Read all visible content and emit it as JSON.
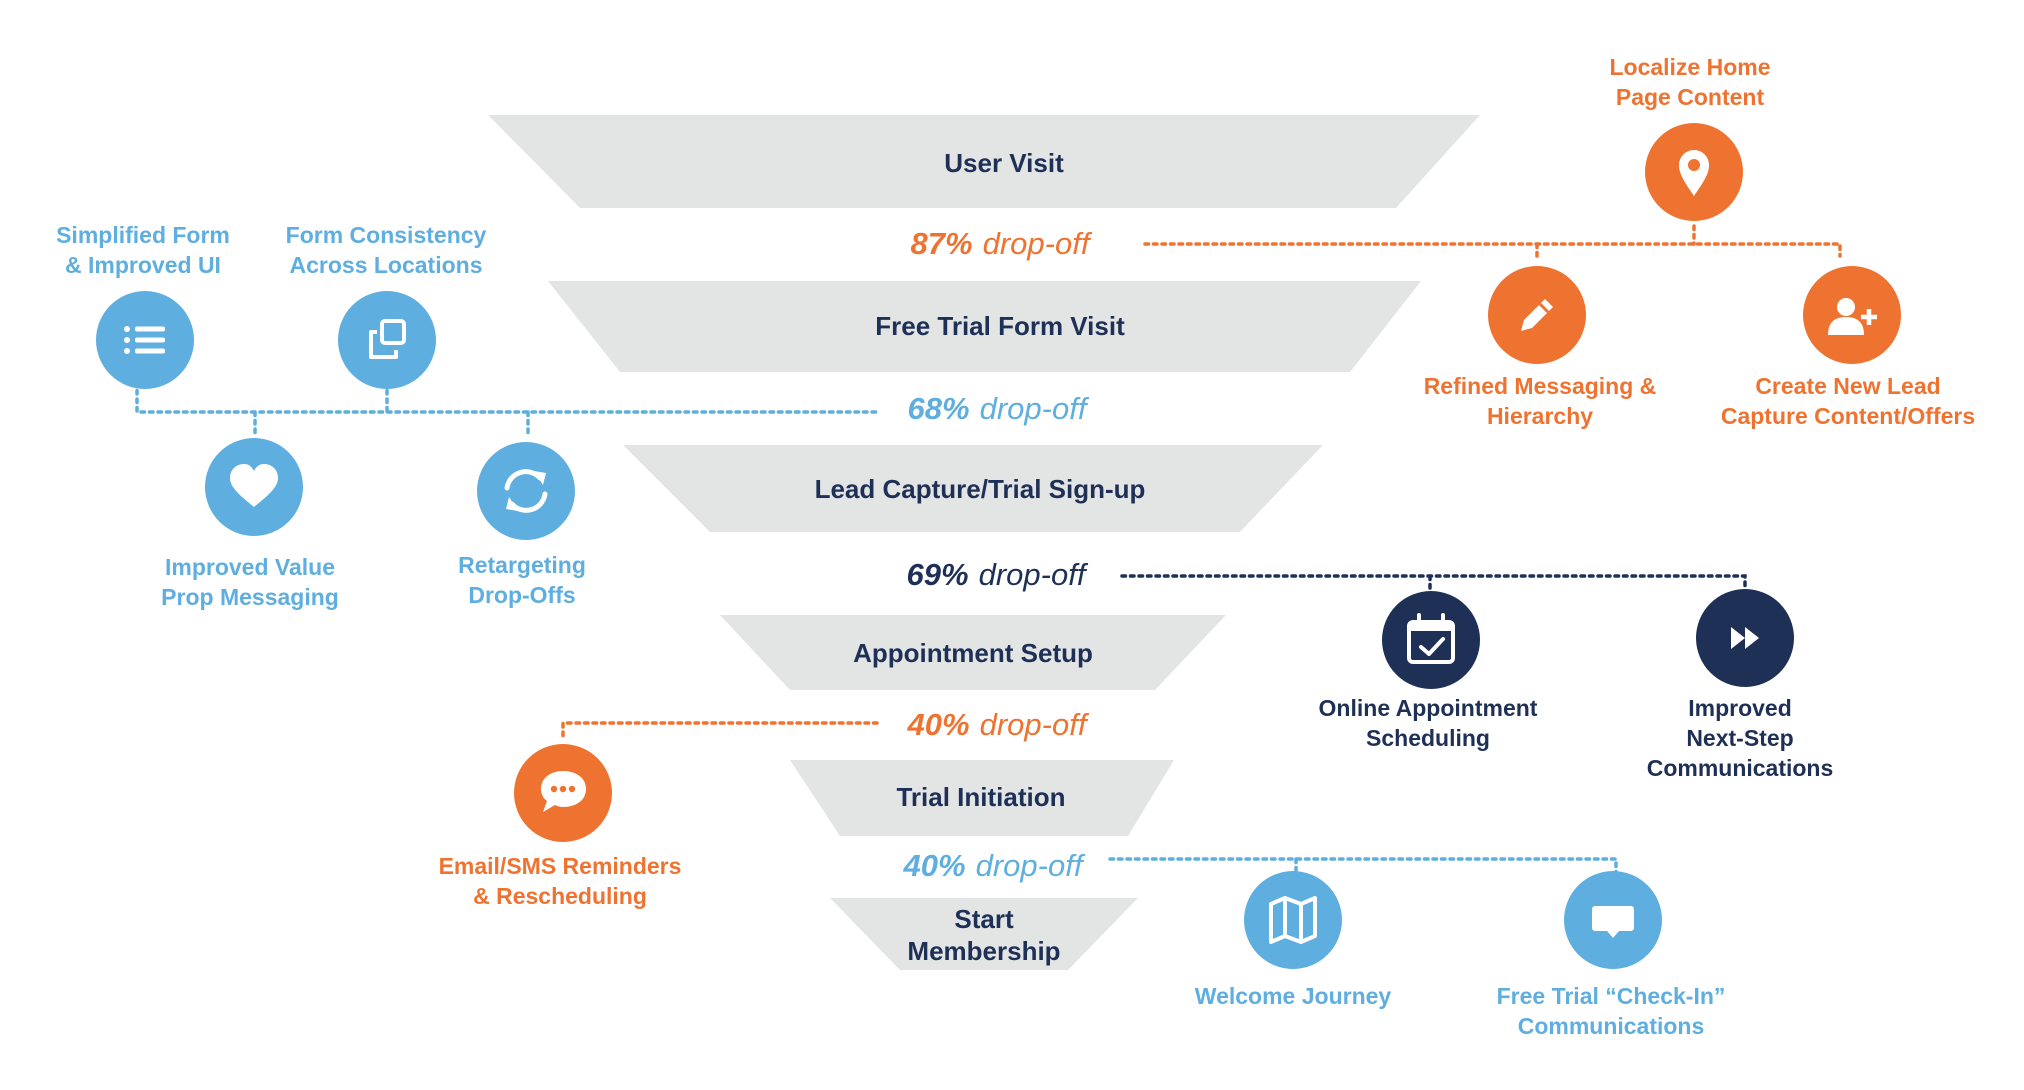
{
  "colors": {
    "orange": "#ef7330",
    "blue": "#5faee0",
    "navy": "#1f3057",
    "funnel": "#e3e4e4"
  },
  "funnel": {
    "stages": [
      {
        "label_lines": [
          "User Visit"
        ]
      },
      {
        "label_lines": [
          "Free Trial Form Visit"
        ]
      },
      {
        "label_lines": [
          "Lead Capture/Trial Sign-up"
        ]
      },
      {
        "label_lines": [
          "Appointment Setup"
        ]
      },
      {
        "label_lines": [
          "Trial Initiation"
        ]
      },
      {
        "label_lines": [
          "Start",
          "Membership"
        ]
      }
    ],
    "dropoffs": [
      {
        "percent": "87%",
        "text": "drop-off",
        "color": "orange"
      },
      {
        "percent": "68%",
        "text": "drop-off",
        "color": "blue"
      },
      {
        "percent": "69%",
        "text": "drop-off",
        "color": "navy"
      },
      {
        "percent": "40%",
        "text": "drop-off",
        "color": "orange"
      },
      {
        "percent": "40%",
        "text": "drop-off",
        "color": "blue"
      }
    ]
  },
  "initiatives": [
    {
      "id": "localize-home-page-content",
      "icon": "map-pin-icon",
      "color": "orange",
      "label_lines": [
        "Localize Home",
        "Page Content"
      ]
    },
    {
      "id": "refined-messaging",
      "icon": "pencil-icon",
      "color": "orange",
      "label_lines": [
        "Refined Messaging &",
        "Hierarchy"
      ]
    },
    {
      "id": "create-new-lead-capture",
      "icon": "add-user-icon",
      "color": "orange",
      "label_lines": [
        "Create New Lead",
        "Capture Content/Offers"
      ]
    },
    {
      "id": "simplified-form",
      "icon": "list-icon",
      "color": "blue",
      "label_lines": [
        "Simplified Form",
        "& Improved UI"
      ]
    },
    {
      "id": "form-consistency",
      "icon": "copy-icon",
      "color": "blue",
      "label_lines": [
        "Form Consistency",
        "Across Locations"
      ]
    },
    {
      "id": "improved-value-prop",
      "icon": "heart-icon",
      "color": "blue",
      "label_lines": [
        "Improved Value",
        "Prop Messaging"
      ]
    },
    {
      "id": "retargeting-drop-offs",
      "icon": "refresh-icon",
      "color": "blue",
      "label_lines": [
        "Retargeting",
        "Drop-Offs"
      ]
    },
    {
      "id": "online-appointment-scheduling",
      "icon": "calendar-check-icon",
      "color": "navy",
      "label_lines": [
        "Online Appointment",
        "Scheduling"
      ]
    },
    {
      "id": "improved-next-step",
      "icon": "fast-forward-icon",
      "color": "navy",
      "label_lines": [
        "Improved",
        "Next-Step",
        "Communications"
      ]
    },
    {
      "id": "email-sms-reminders",
      "icon": "chat-bubble-icon",
      "color": "orange",
      "label_lines": [
        "Email/SMS Reminders",
        "& Rescheduling"
      ]
    },
    {
      "id": "welcome-journey",
      "icon": "map-icon",
      "color": "blue",
      "label_lines": [
        "Welcome Journey"
      ]
    },
    {
      "id": "free-trial-check-in",
      "icon": "message-icon",
      "color": "blue",
      "label_lines": [
        "Free Trial “Check-In”",
        "Communications"
      ]
    }
  ]
}
